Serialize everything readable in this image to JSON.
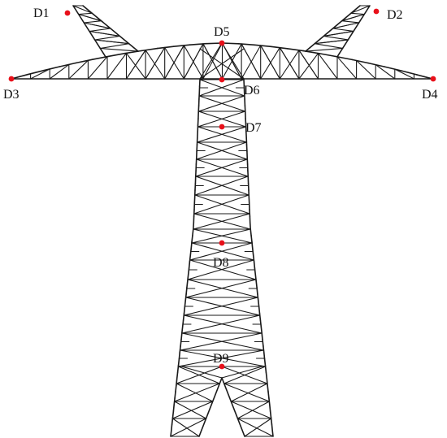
{
  "diagram": {
    "measurement_points": [
      {
        "id": "d1",
        "label": "D1"
      },
      {
        "id": "d2",
        "label": "D2"
      },
      {
        "id": "d3",
        "label": "D3"
      },
      {
        "id": "d4",
        "label": "D4"
      },
      {
        "id": "d5",
        "label": "D5"
      },
      {
        "id": "d6",
        "label": "D6"
      },
      {
        "id": "d7",
        "label": "D7"
      },
      {
        "id": "d8",
        "label": "D8"
      },
      {
        "id": "d9",
        "label": "D9"
      }
    ],
    "colors": {
      "point": "#e8101a",
      "steel": "#1a1a1a",
      "background": "#ffffff"
    }
  }
}
